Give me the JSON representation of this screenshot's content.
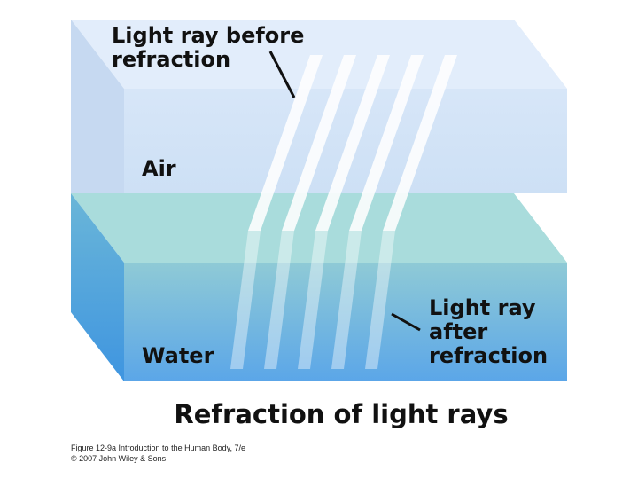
{
  "labels": {
    "before": "Light ray before\nrefraction",
    "air": "Air",
    "water": "Water",
    "after": "Light ray\nafter\nrefraction"
  },
  "title": "Refraction of light rays",
  "credit": {
    "line1": "Figure 12-9a  Introduction to the Human Body, 7/e",
    "line2": "© 2007 John Wiley & Sons"
  },
  "colors": {
    "air_front": "#d2e3f7",
    "air_top": "#e3eefb",
    "air_side": "#c4d8f0",
    "water_surface": "#a6dcdb",
    "water_front_top": "#8ecbd3",
    "water_front_bottom": "#5aa4e6",
    "water_side": "#4a9fe3",
    "ray": "#ffffff"
  }
}
